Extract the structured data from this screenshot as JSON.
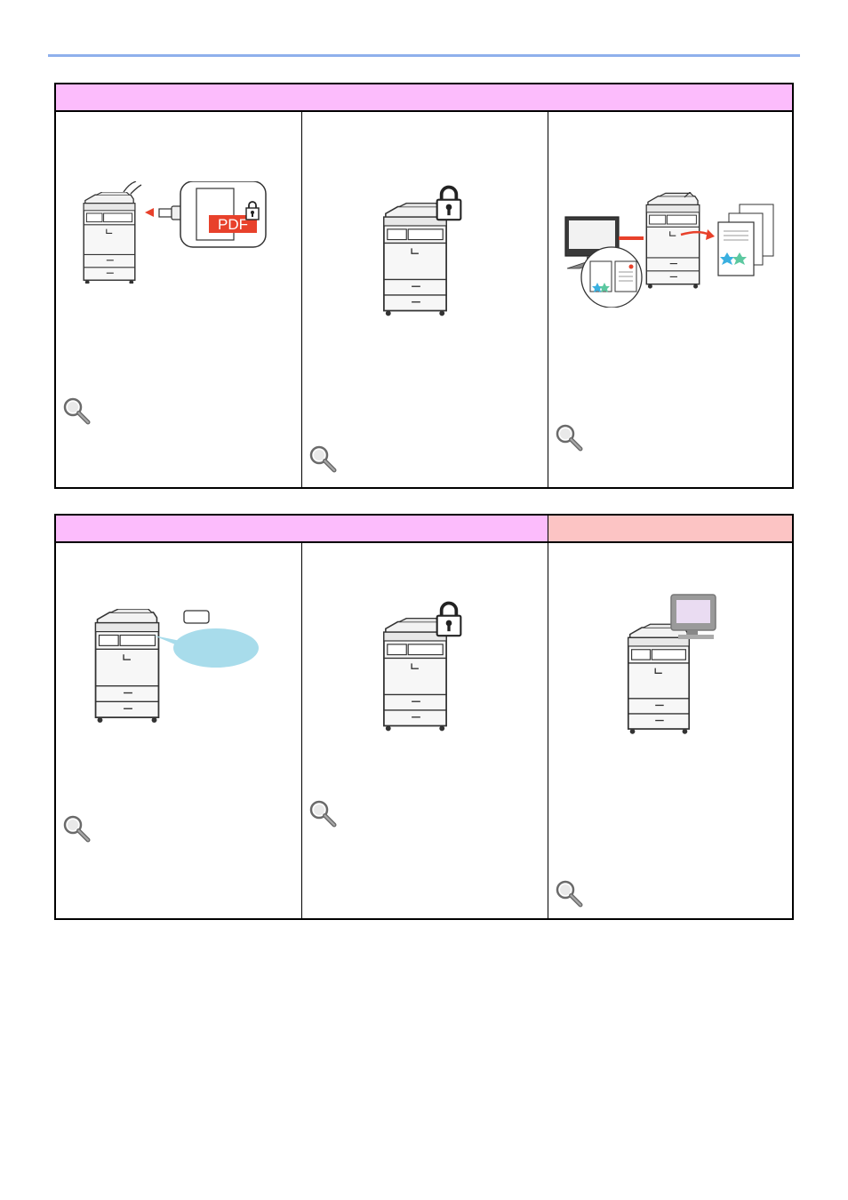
{
  "pdf_label": "PDF",
  "colors": {
    "top_rule": "#8fb0ec",
    "band_pink": "#fcbcfc",
    "band_salmon": "#fcc4c4",
    "link": "#2f5fc4",
    "pdf_red": "#e8412b",
    "speech_bubble": "#a8dceb"
  },
  "icons": [
    "magnifier-icon",
    "padlock-icon",
    "usb-memory-icon",
    "pdf-document-icon",
    "monitor-icon",
    "card-icon",
    "printer-icon"
  ],
  "blocks": [
    {
      "bands": [
        {
          "color": "pink",
          "label": ""
        }
      ],
      "cells": [
        {
          "illustration": "printer-usb-encrypted-pdf",
          "links": [
            "",
            ""
          ]
        },
        {
          "illustration": "printer-with-padlock",
          "links": [
            ""
          ]
        },
        {
          "illustration": "computer-to-printer-color-output",
          "links": [
            "",
            ""
          ]
        }
      ]
    },
    {
      "bands": [
        {
          "color": "pink",
          "label": ""
        },
        {
          "color": "salmon",
          "label": ""
        }
      ],
      "cells": [
        {
          "illustration": "printer-card-speech-bubble",
          "links": [
            "",
            ""
          ]
        },
        {
          "illustration": "printer-with-padlock",
          "links": [
            "",
            ""
          ]
        },
        {
          "illustration": "printer-with-monitor",
          "links": [
            ""
          ]
        }
      ]
    }
  ]
}
